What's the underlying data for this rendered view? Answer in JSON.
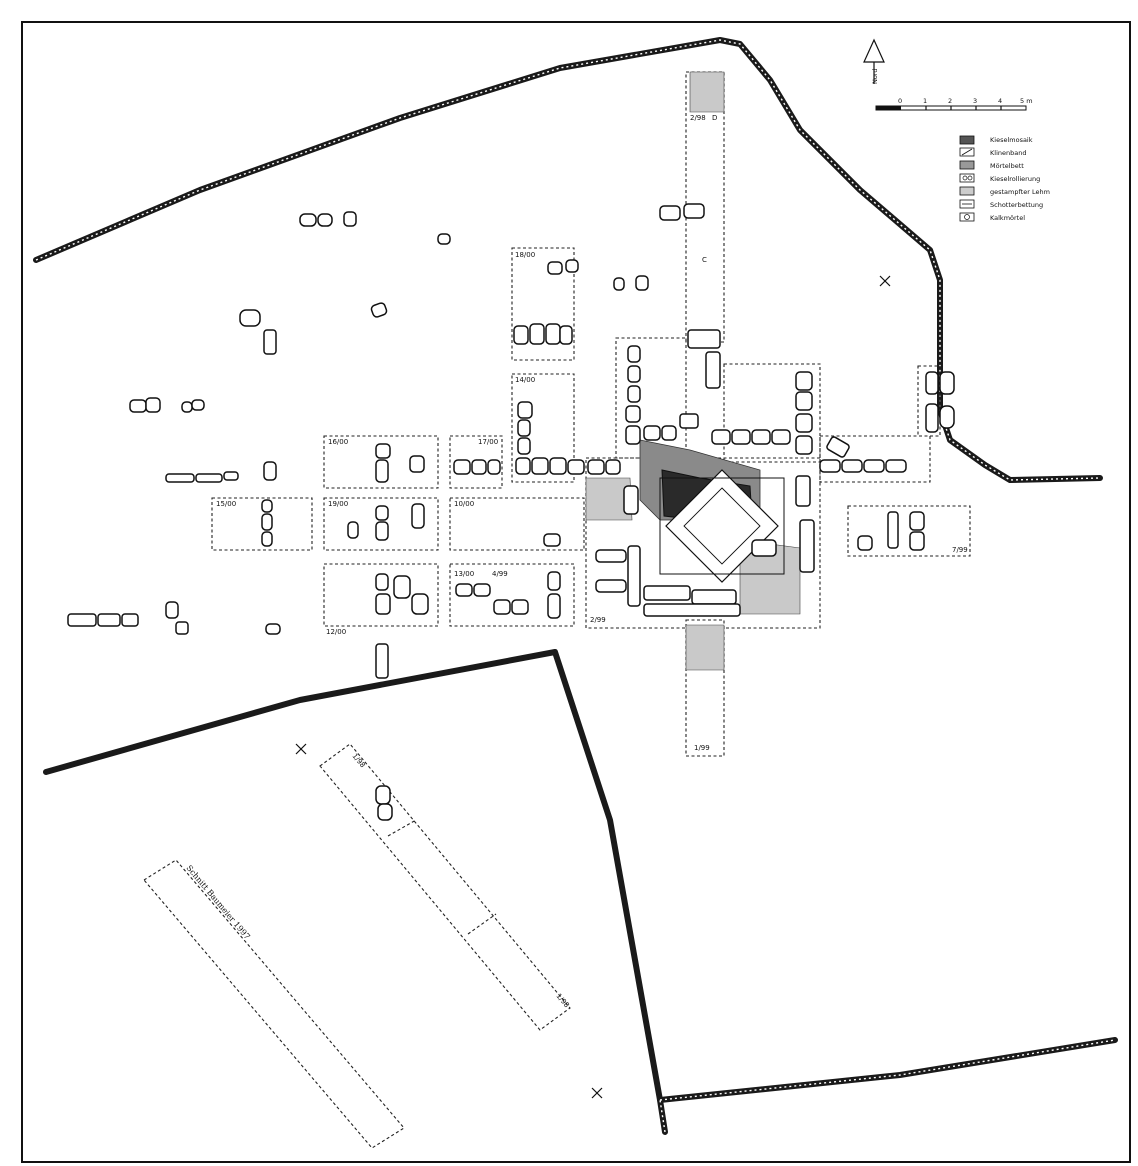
{
  "plan": {
    "north_label": "Nord",
    "scale": {
      "ticks": [
        "0",
        "1",
        "2",
        "3",
        "4",
        "5 m"
      ]
    },
    "legend": [
      {
        "label": "Kieselmosaik",
        "pattern": "dots"
      },
      {
        "label": "Klinenband",
        "pattern": "hatch"
      },
      {
        "label": "Mörtelbett",
        "pattern": "grey"
      },
      {
        "label": "Kieselrollierung",
        "pattern": "circles"
      },
      {
        "label": "gestampfter Lehm",
        "pattern": "stipple"
      },
      {
        "label": "Schotterbettung",
        "pattern": "dash"
      },
      {
        "label": "Kalkmörtel",
        "pattern": "light"
      }
    ],
    "trench_labels": {
      "t298": "2/98",
      "t298_d": "D",
      "t298_c": "C",
      "t1800": "18/00",
      "t1400": "14/00",
      "t1600": "16/00",
      "t1700": "17/00",
      "t1500": "15/00",
      "t1900": "19/00",
      "t1000": "10/00",
      "t1300": "13/00",
      "t499": "4/99",
      "t1200": "12/00",
      "t299": "2/99",
      "t799": "7/99",
      "t199": "1/99",
      "t198a": "1/98",
      "t198b": "1/98"
    },
    "section_label": "Schnitt Baumeier 1997"
  },
  "colors": {
    "ink": "#111111",
    "paper": "#ffffff",
    "fill_dark": "#2a2a2a",
    "fill_mid": "#8a8a8a"
  }
}
